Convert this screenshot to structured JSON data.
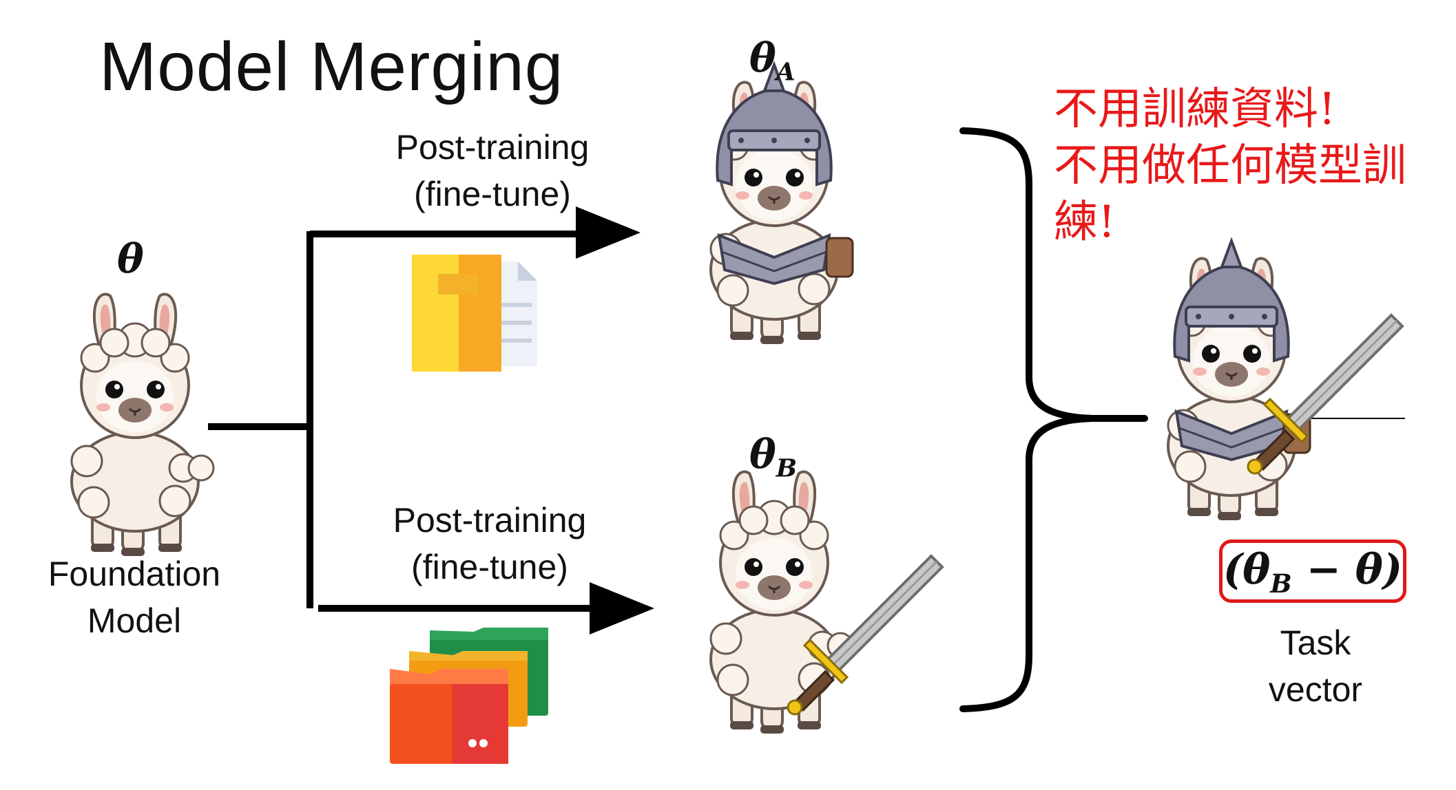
{
  "title": "Model Merging",
  "foundation": {
    "symbol": "θ",
    "label_line1": "Foundation",
    "label_line2": "Model"
  },
  "branch_a": {
    "symbol": "θ",
    "subscript": "A",
    "label_line1": "Post-training",
    "label_line2": "(fine-tune)"
  },
  "branch_b": {
    "symbol": "θ",
    "subscript": "B",
    "label_line1": "Post-training",
    "label_line2": "(fine-tune)"
  },
  "note": {
    "line1": "不用訓練資料!",
    "line2": "不用做任何模型訓",
    "line3": "練!"
  },
  "task_vector": {
    "open": "(",
    "symbol_b": "θ",
    "subscript_b": "B",
    "minus": "−",
    "symbol": "θ",
    "close": ")",
    "label_line1": "Task",
    "label_line2": "vector"
  },
  "colors": {
    "accent_red": "#e8191a",
    "llama_wool": "#f7efe6",
    "armor": "#8f8fa6",
    "sword_blade": "#c8c8c8",
    "sword_guard": "#f0c419"
  }
}
